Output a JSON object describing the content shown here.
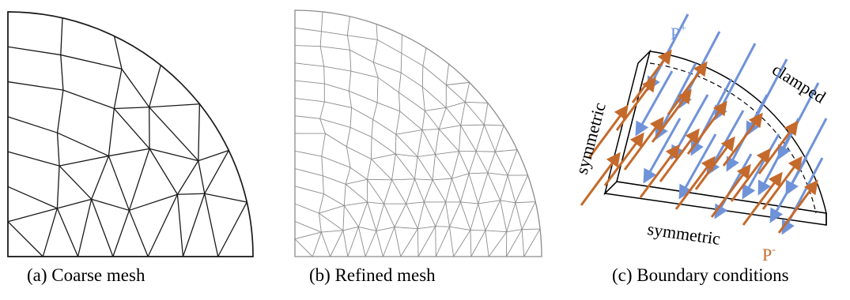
{
  "panels": [
    {
      "caption": "(a) Coarse mesh"
    },
    {
      "caption": "(b) Refined mesh"
    },
    {
      "caption": "(c) Boundary conditions"
    }
  ],
  "boundary_labels": {
    "load_top": "P",
    "load_top_sup": "+",
    "load_bottom": "P",
    "load_bottom_sup": "-",
    "arc_edge": "clamped",
    "left_edge": "symmetric",
    "bottom_edge": "symmetric"
  },
  "colors": {
    "mesh_coarse": "#1a1a1a",
    "mesh_refined": "#8c8c8c",
    "arrow_top": "#6f93d8",
    "arrow_bottom": "#c46a2c",
    "outline": "#000000"
  }
}
